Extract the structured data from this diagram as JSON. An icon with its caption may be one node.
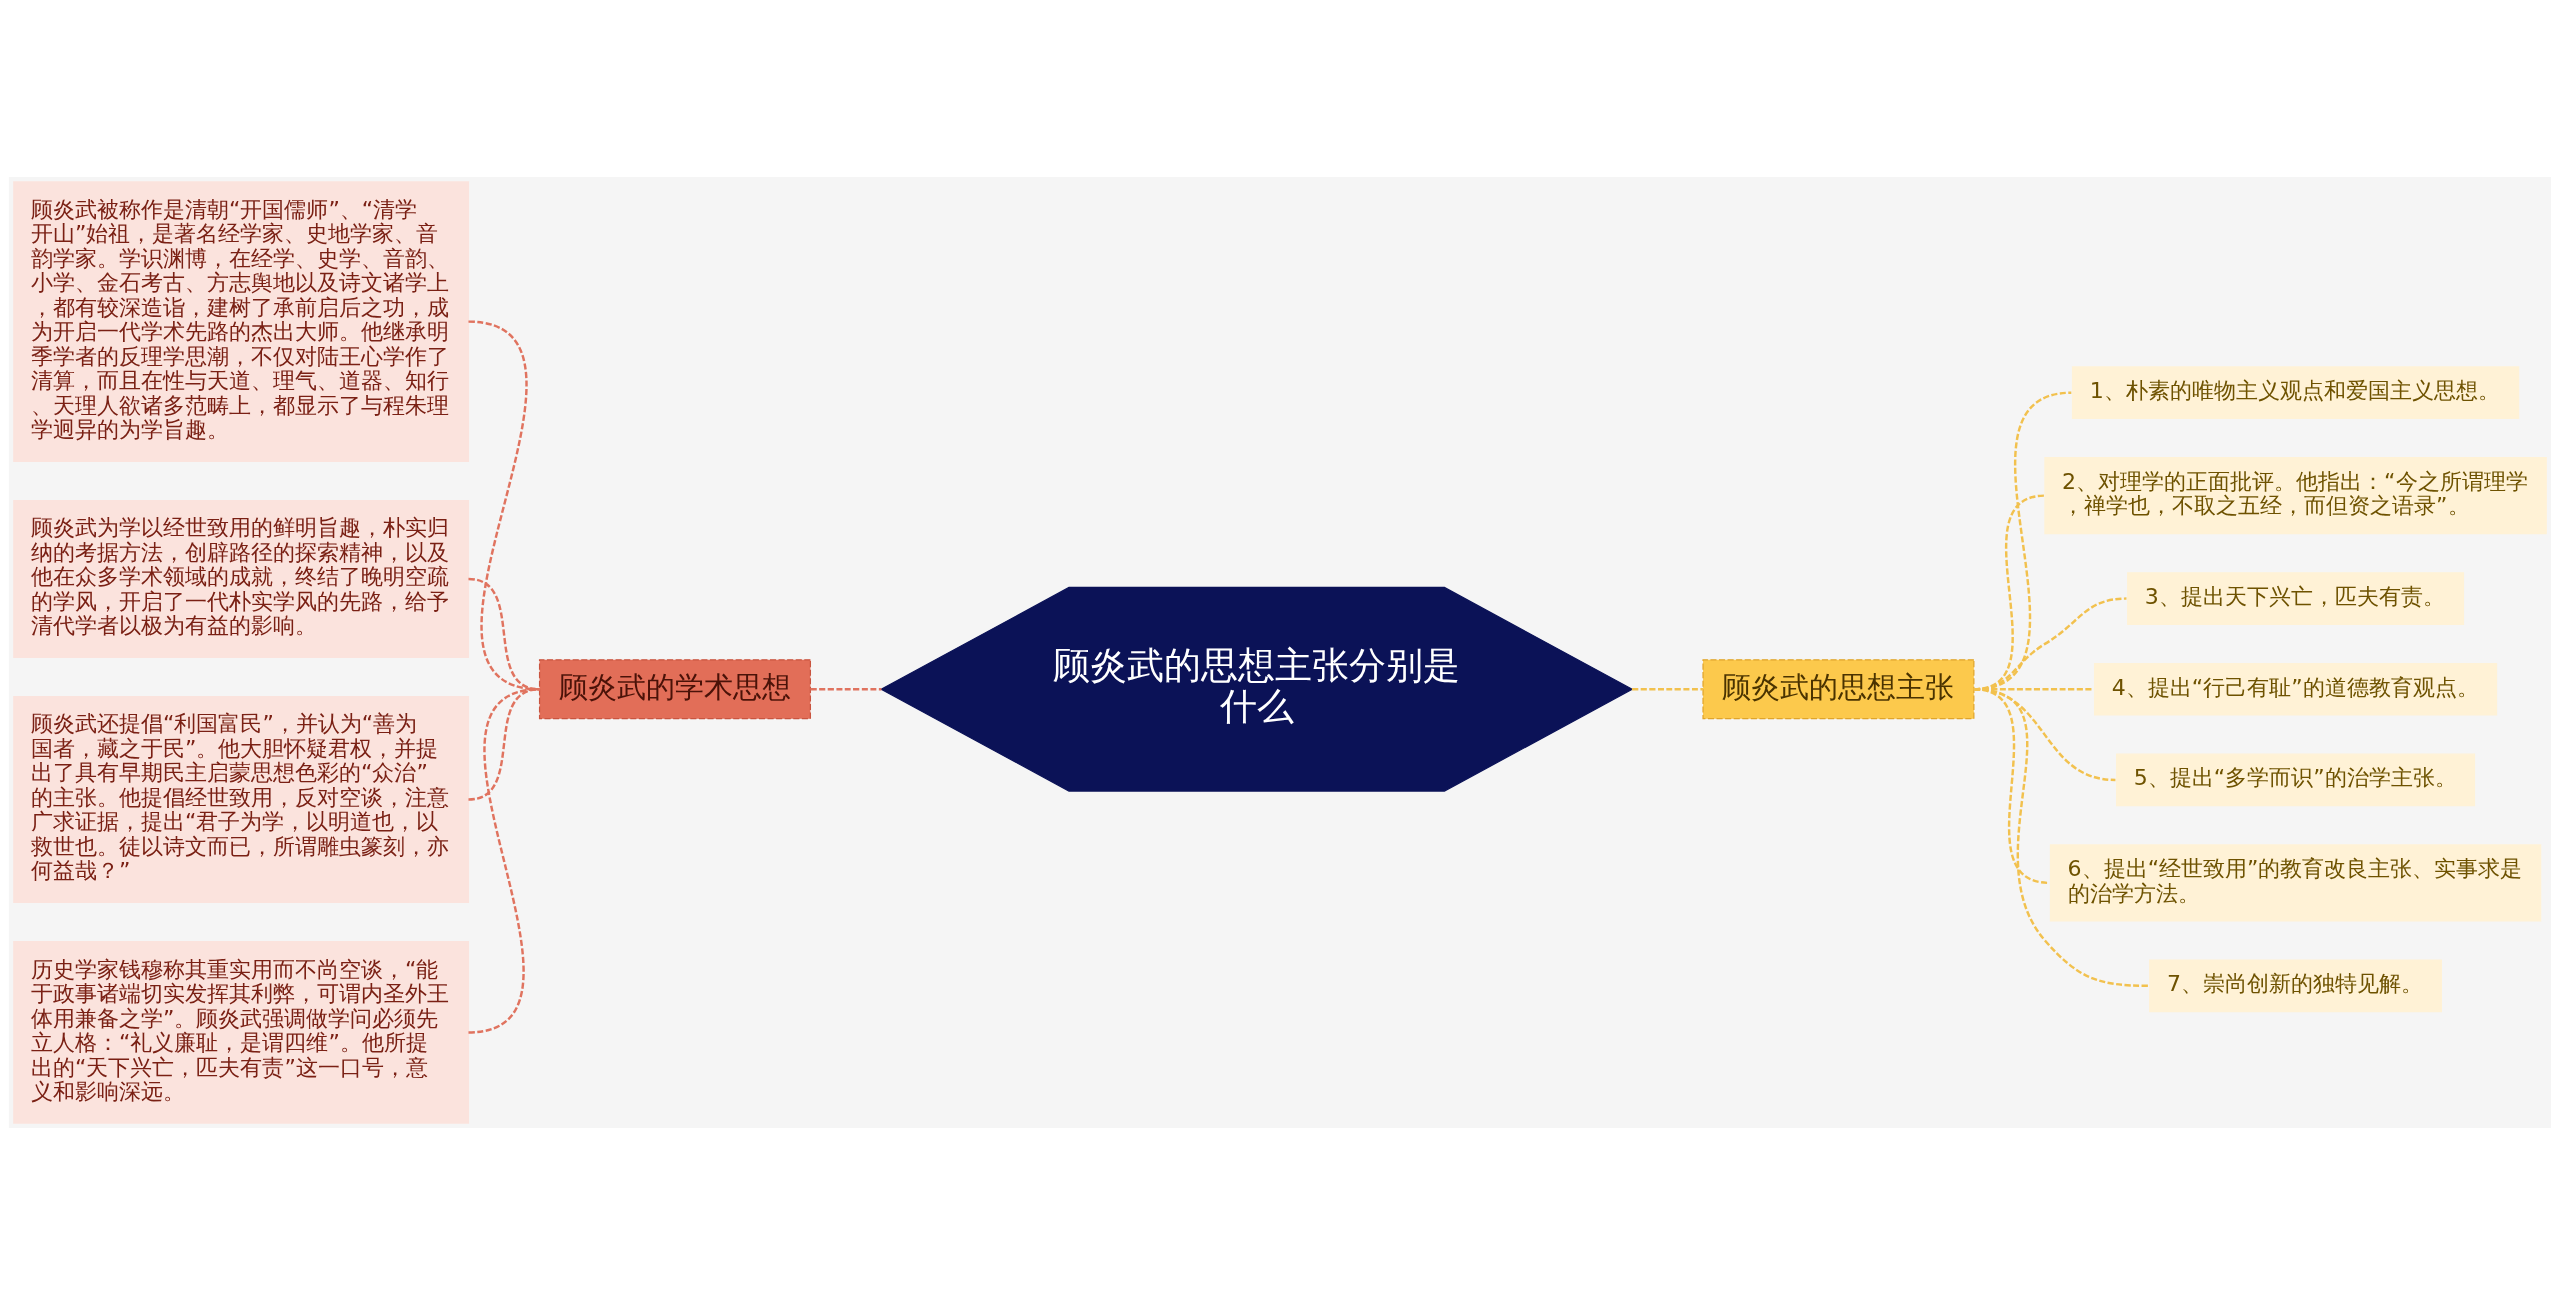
{
  "diagram": {
    "nodes": [
      {
        "text": [
          "顾炎武的思想主张分别是什么"
        ]
      },
      {
        "text": [
          "顾炎武的学术思想"
        ]
      },
      {
        "text": [
          "顾炎武被称作是清朝“开国儒师”、“清学开山”始祖，是著名经学家、史地学家、音韵学家。学识渊博，在经学、史学、音韵、小学、金石考古、方志舆地以及诗文诸学上，都有较深造诣，建树了承前启后之功，成为开启一代学术先路的杰出大师。他继承明季学者的反理学思潮，不仅对陆王心学作了清算，而且在性与天道、理气、道器、知行、天理人欲诸多范畴上，都显示了与程朱理学迥异的为学旨趣。"
        ]
      },
      {
        "text": [
          "顾炎武为学以经世致用的鲜明旨趣，朴实归纳的考据方法，创辟路径的探索精神，以及他在众多学术领域的成就，终结了晚明空疏的学风，开启了一代朴实学风的先路，给予清代学者以极为有益的影响。"
        ]
      },
      {
        "text": [
          "顾炎武还提倡“利国富民”，并认为“善为国者，藏之于民”。他大胆怀疑君权，并提出了具有早期民主启蒙思想色彩的“众治”的主张。他提倡经世致用，反对空谈，注意广求证据，提出“君子为学，以明道也，以救世也。徒以诗文而已，所谓雕虫篆刻，亦何益哉？”"
        ]
      },
      {
        "text": [
          "历史学家钱穆称其重实用而不尚空谈，“能于政事诸端切实发挥其利弊，可谓内圣外王体用兼备之学”。顾炎武强调做学问必须先立人格：“礼义廉耻，是谓四维”。他所提出的“天下兴亡，匹夫有责”这一口号，意义和影响深远。"
        ]
      },
      {
        "text": [
          "顾炎武的思想主张"
        ]
      },
      {
        "text": [
          "1、朴素的唯物主义观点和爱国主义思想。"
        ]
      },
      {
        "text": [
          "2、对理学的正面批评。他指出：“今之所谓理学，禅学也，不取之五经，而但资之语录”。"
        ]
      },
      {
        "text": [
          "3、提出天下兴亡，匹夫有责。"
        ]
      },
      {
        "text": [
          "4、提出“行己有耻”的道德教育观点。"
        ]
      },
      {
        "text": [
          "5、提出“多学而识”的治学主张。"
        ]
      },
      {
        "text": [
          "6、提出“经世致用”的教育改良主张、实事求是的治学方法。"
        ]
      },
      {
        "text": [
          "7、崇尚创新的独特见解。"
        ]
      }
    ],
    "edges": [
      {
        "from": 0,
        "to": 1,
        "arrow": "none",
        "style": "dashed",
        "color": "#e0735f"
      },
      {
        "from": 1,
        "to": 2,
        "arrow": "none",
        "style": "dashed",
        "color": "#e0735f"
      },
      {
        "from": 1,
        "to": 3,
        "arrow": "none",
        "style": "dashed",
        "color": "#e0735f"
      },
      {
        "from": 1,
        "to": 4,
        "arrow": "none",
        "style": "dashed",
        "color": "#e0735f"
      },
      {
        "from": 1,
        "to": 5,
        "arrow": "none",
        "style": "dashed",
        "color": "#e0735f"
      },
      {
        "from": 0,
        "to": 6,
        "arrow": "none",
        "style": "dashed"
      },
      {
        "from": 6,
        "to": 7,
        "arrow": "none",
        "style": "dashed"
      },
      {
        "from": 6,
        "to": 8,
        "arrow": "none",
        "style": "dashed"
      },
      {
        "from": 6,
        "to": 9,
        "arrow": "none",
        "style": "dashed"
      },
      {
        "from": 6,
        "to": 10,
        "arrow": "none",
        "style": "dashed"
      },
      {
        "from": 6,
        "to": 11,
        "arrow": "none",
        "style": "dashed"
      },
      {
        "from": 6,
        "to": 12,
        "arrow": "none",
        "style": "dashed"
      },
      {
        "from": 6,
        "to": 13,
        "arrow": "none",
        "style": "dashed"
      }
    ]
  }
}
